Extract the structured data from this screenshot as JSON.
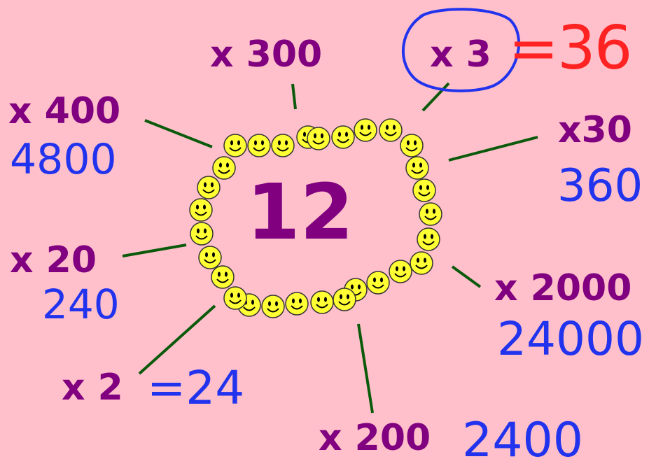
{
  "center_number": "12",
  "labels": {
    "x300": "x 300",
    "x3": "x 3",
    "x400": "x 400",
    "x30": "x30",
    "x20": "x 20",
    "x2000": "x 2000",
    "x2": "x 2",
    "x200": "x 200"
  },
  "answers": {
    "x3": "=36",
    "x400": "4800",
    "x30": "360",
    "x20": "240",
    "x2000": "24000",
    "x2": "=24",
    "x200": "2400"
  },
  "colors": {
    "background": "#FFC0CB",
    "label": "#800080",
    "spoke": "#0B5A0B",
    "handwriting_blue": "#2233EE",
    "handwriting_red": "#FF2222",
    "circle_blue": "#2233EE",
    "smiley": "#FFFF33"
  },
  "icons": {
    "ring_item": "smiley-face-icon"
  }
}
